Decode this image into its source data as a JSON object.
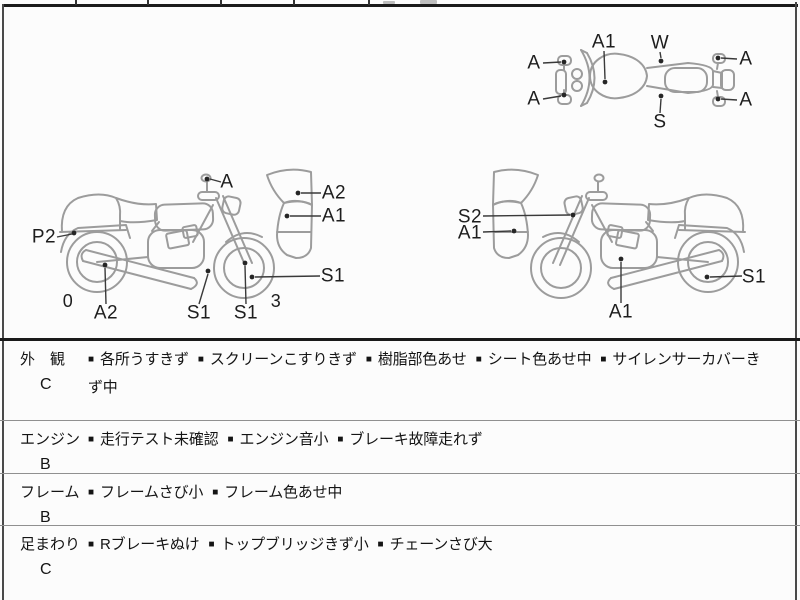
{
  "diagrams": {
    "top_view": {
      "labels": {
        "a1_tank": "A1",
        "w_top": "W",
        "s_bottom": "S",
        "a_front_upper": "A",
        "a_front_lower": "A",
        "a_rear_upper": "A",
        "a_rear_lower": "A"
      }
    },
    "left_bike": {
      "labels": {
        "a_mirror": "A",
        "a2_screen": "A2",
        "a1_cowl": "A1",
        "p2_rear_fender": "P2",
        "num_left": "0",
        "a2_muffler": "A2",
        "s1_engine": "S1",
        "s1_fork": "S1",
        "num_right": "3",
        "s1_front_wheel": "S1"
      }
    },
    "right_bike": {
      "labels": {
        "s2_fork": "S2",
        "a1_cowl": "A1",
        "a1_engine": "A1",
        "s1_rear_wheel": "S1"
      }
    }
  },
  "table": {
    "bullet": "■",
    "rows": [
      {
        "section": "外　観",
        "grade": "C",
        "items": [
          "各所うすきず",
          "スクリーンこすりきず",
          "樹脂部色あせ",
          "シート色あせ中",
          "サイレンサーカバーきず中"
        ]
      },
      {
        "section": "エンジン",
        "grade": "B",
        "items": [
          "走行テスト未確認",
          "エンジン音小",
          "ブレーキ故障走れず"
        ]
      },
      {
        "section": "フレーム",
        "grade": "B",
        "items": [
          "フレームさび小",
          "フレーム色あせ中"
        ]
      },
      {
        "section": "足まわり",
        "grade": "C",
        "items": [
          "Rブレーキぬけ",
          "トップブリッジきず小",
          "チェーンさび大"
        ]
      }
    ]
  }
}
